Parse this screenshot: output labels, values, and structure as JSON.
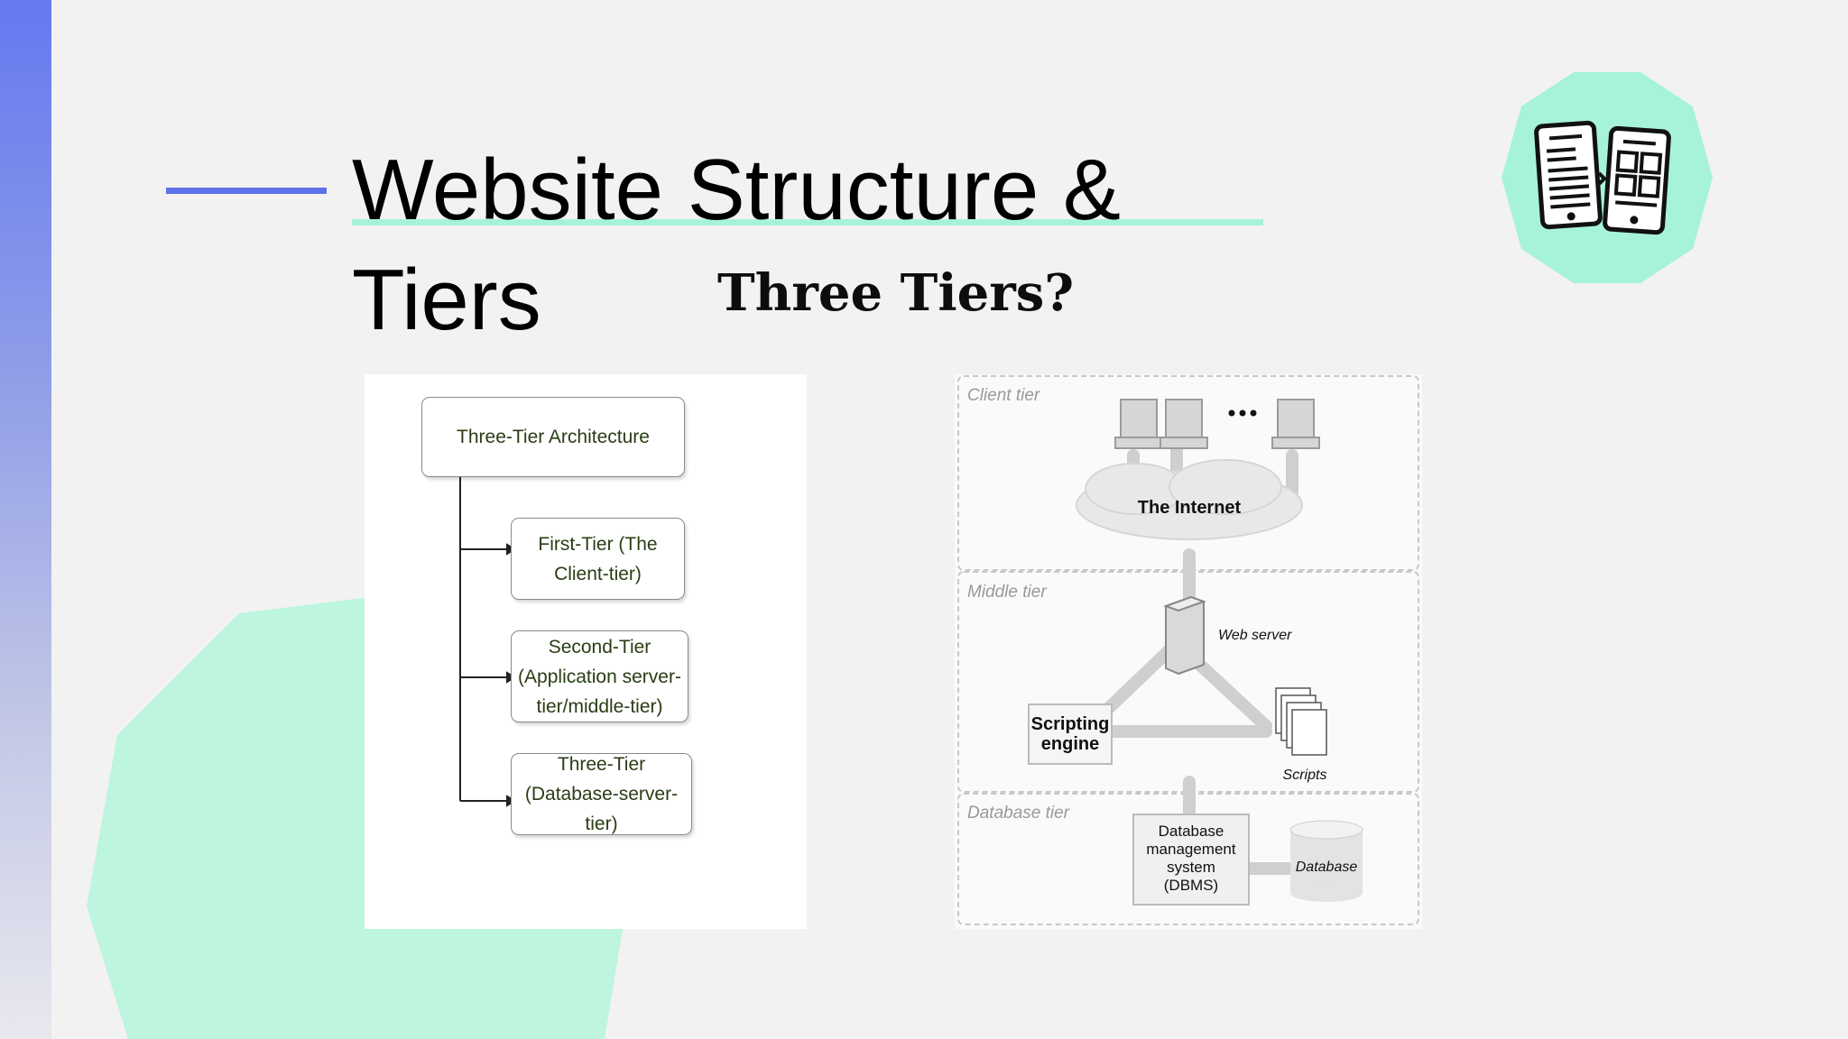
{
  "slide": {
    "title": "Website Structure & Tiers",
    "subtitle": "Three Tiers?",
    "badge_icon": "mobile-layout-icon",
    "colors": {
      "accent": "#5b72e8",
      "mint": "#bdf5df",
      "underline": "#a7f3d8",
      "badge": "#a7f3d8"
    }
  },
  "left_diagram": {
    "root": "Three-Tier Architecture",
    "children": [
      "First-Tier (The Client-tier)",
      "Second-Tier (Application server-tier/middle-tier)",
      "Three-Tier (Database-server-tier)"
    ]
  },
  "right_diagram": {
    "tiers": [
      "Client tier",
      "Middle tier",
      "Database tier"
    ],
    "dots": "...",
    "internet": "The Internet",
    "web_server": "Web server",
    "scripting_engine_line1": "Scripting",
    "scripting_engine_line2": "engine",
    "scripts": "Scripts",
    "dbms_line1": "Database",
    "dbms_line2": "management",
    "dbms_line3": "system",
    "dbms_line4": "(DBMS)",
    "database": "Database"
  }
}
